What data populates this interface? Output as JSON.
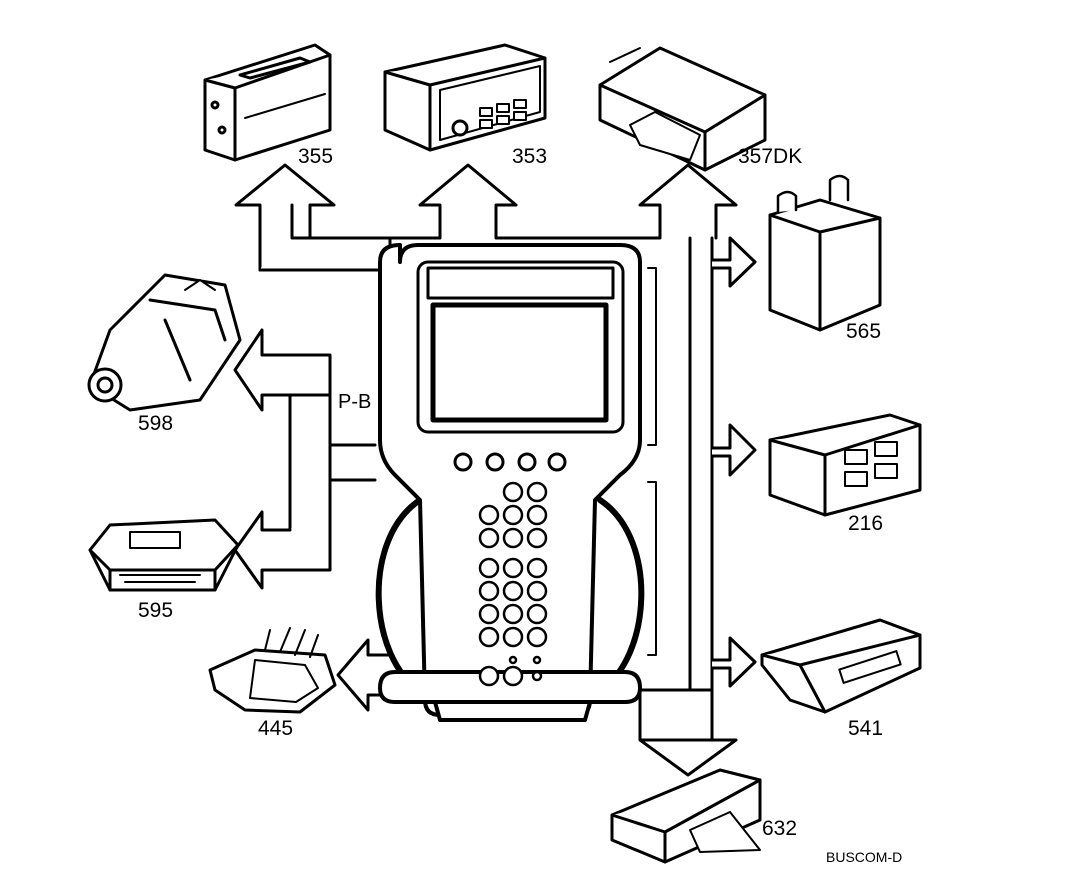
{
  "diagram": {
    "tool_label": "P-B",
    "figure_code": "BUSCOM-D",
    "modules": {
      "m355": "355",
      "m353": "353",
      "m357dk": "357DK",
      "m565": "565",
      "m598": "598",
      "m216": "216",
      "m595": "595",
      "m445": "445",
      "m541": "541",
      "m632": "632"
    }
  },
  "colors": {
    "line": "#000000",
    "background": "#ffffff",
    "fill": "#ffffff"
  }
}
